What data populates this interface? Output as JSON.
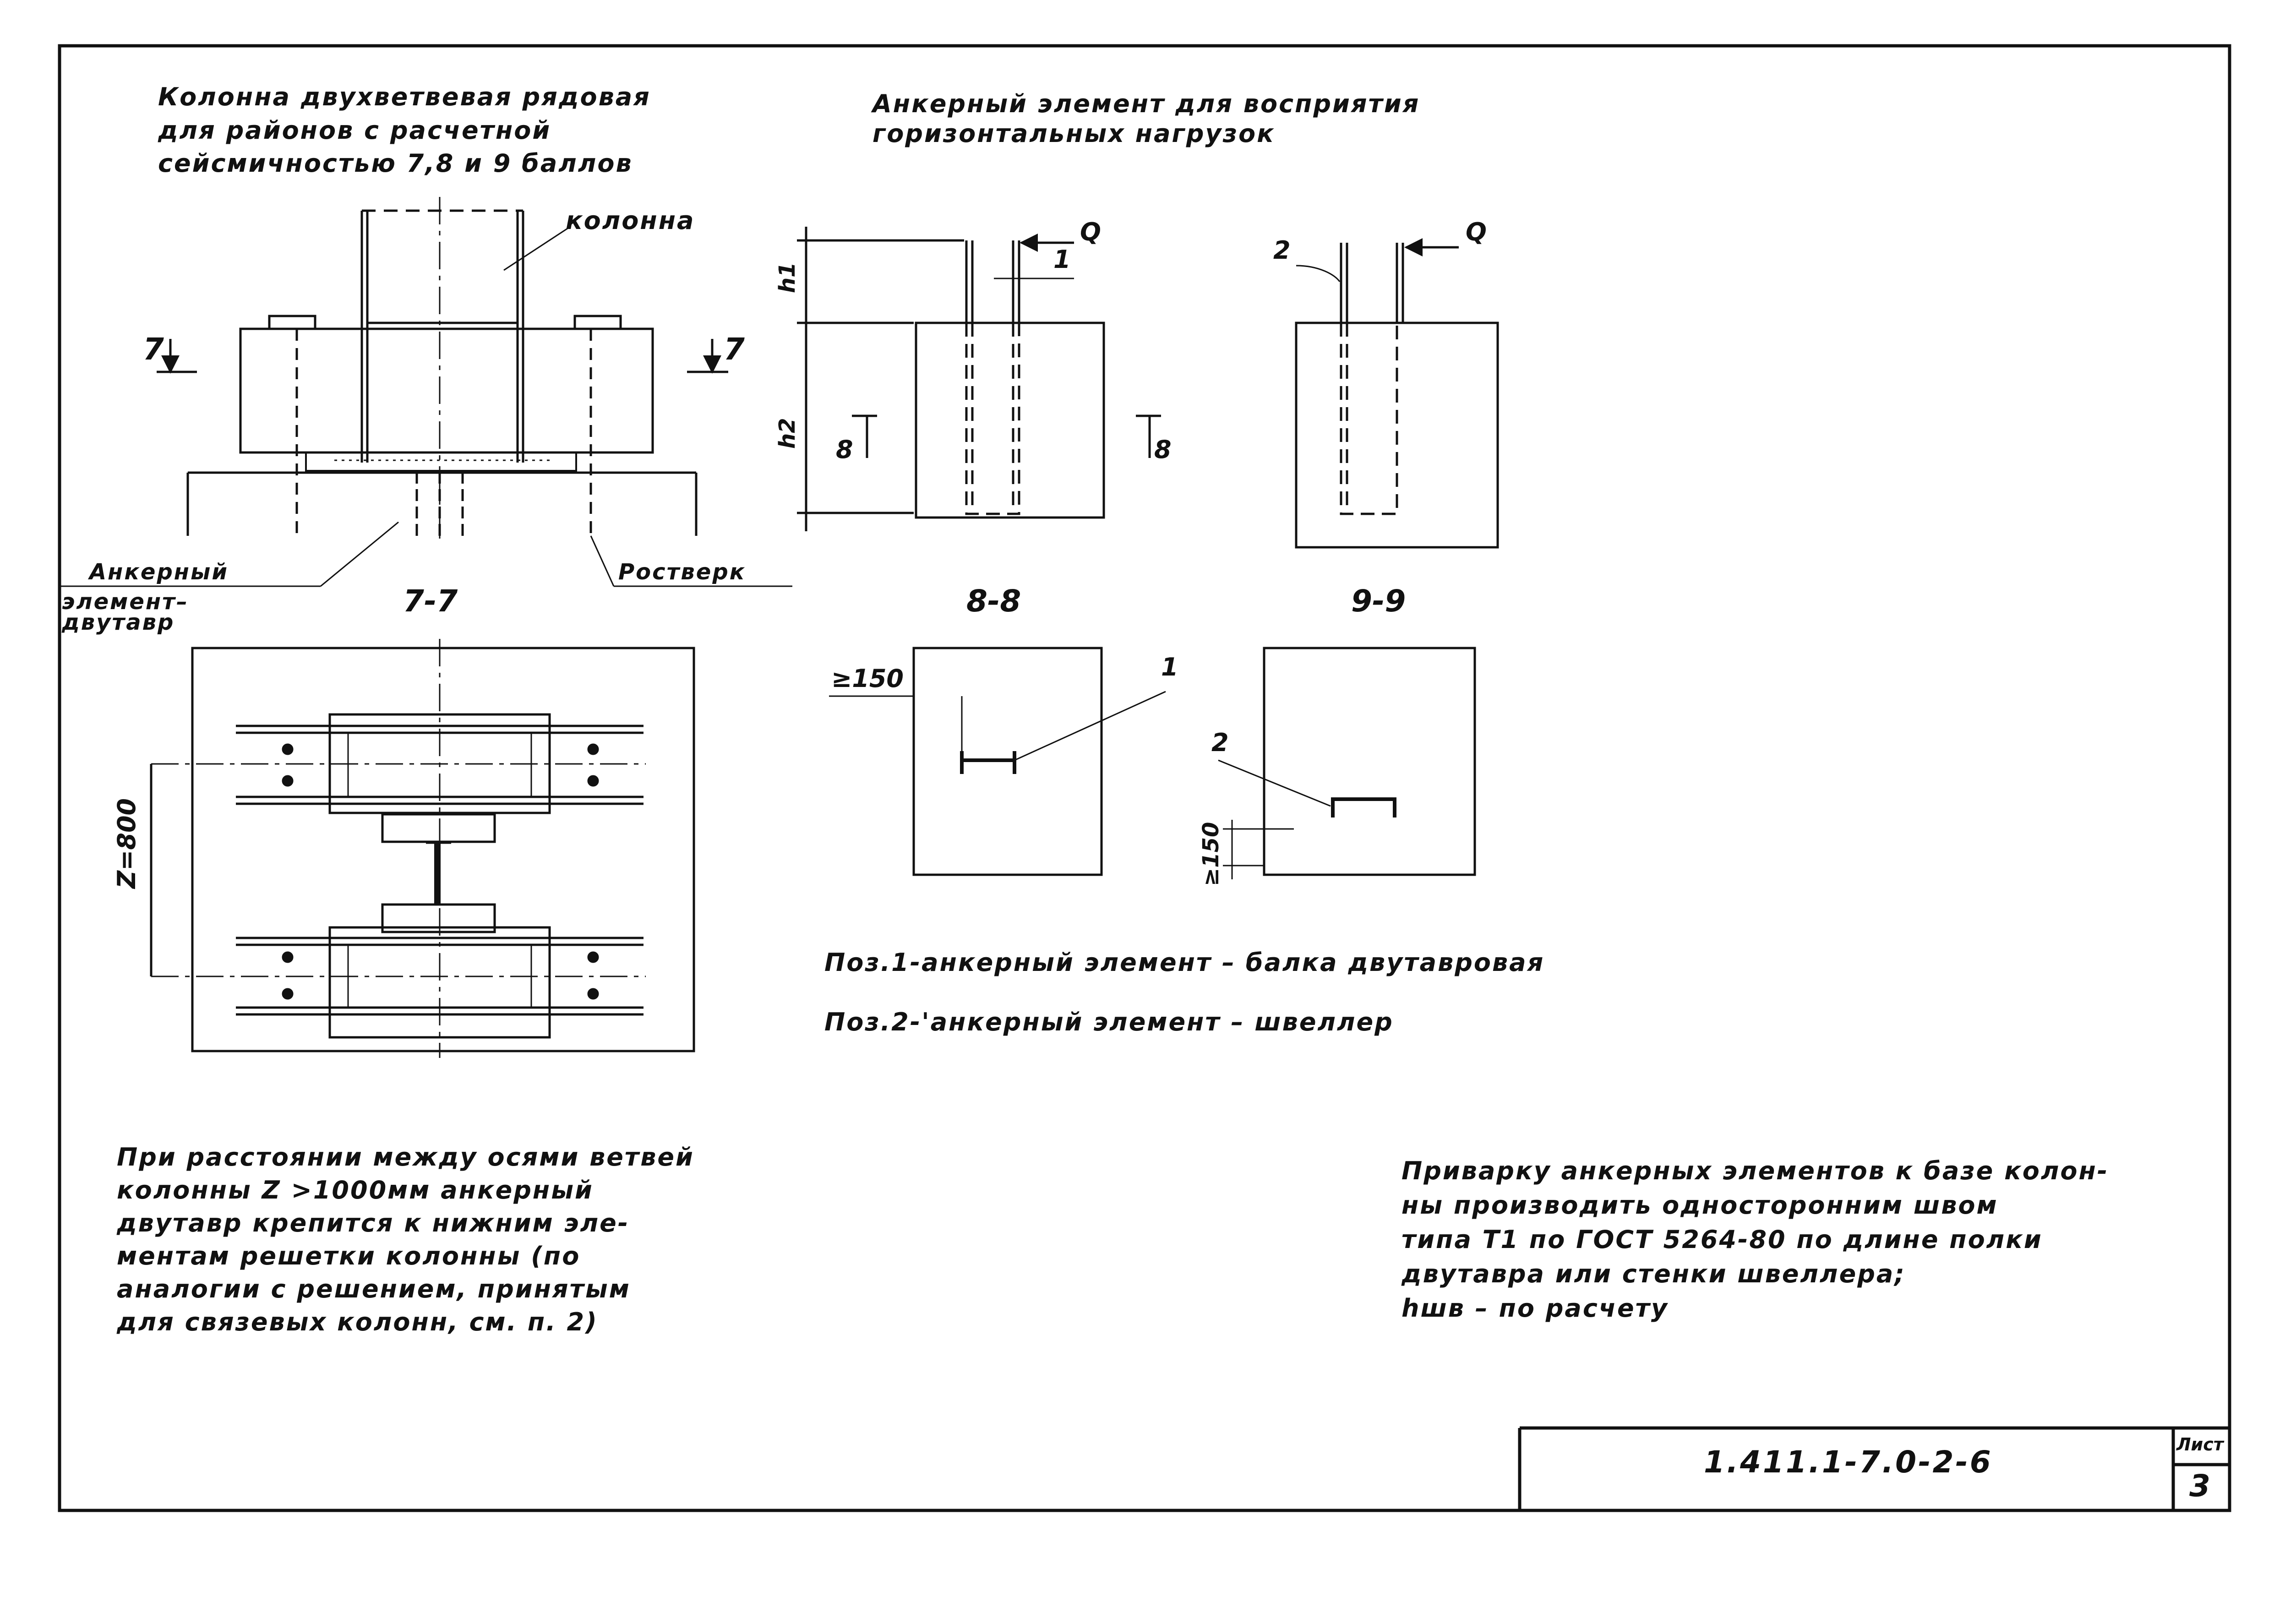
{
  "column_view": {
    "title_lines": [
      "Колонна двухветвевая рядовая",
      "для районов с расчетной",
      "сейсмичностью 7,8 и 9 баллов"
    ],
    "label_column": "колонна",
    "label_anchor": [
      "Анкерный",
      "элемент–",
      "двутавр"
    ],
    "label_grillage": "Ростверк",
    "cut_mark": "7",
    "section_title": "7-7",
    "dim_z": "Z=800"
  },
  "anchor_view": {
    "title_lines": [
      "Анкерный элемент для восприятия",
      "горизонтальных нагрузок"
    ],
    "load": "Q",
    "h1": "h1",
    "h2": "h2",
    "pos1": "1",
    "pos2": "2",
    "cut_mark": "8",
    "section_8": "8-8",
    "section_9": "9-9",
    "dim_150": "≥150",
    "legend_1": "Поз.1-анкерный элемент – балка двутавровая",
    "legend_2": "Поз.2-'анкерный элемент – швеллер"
  },
  "notes": {
    "left": [
      "При расстоянии между осями ветвей",
      "колонны Z >1000мм анкерный",
      "двутавр крепится к нижним эле-",
      "ментам решетки колонны (по",
      "аналогии с решением, принятым",
      "для связевых колонн, см. п. 2)"
    ],
    "right": [
      "Приварку анкерных элементов к базе колон-",
      "ны производить односторонним швом",
      "типа Т1 по ГОСТ 5264-80 по длине полки",
      "двутавра или стенки швеллера;",
      "hшв – по расчету"
    ]
  },
  "title_block": {
    "code": "1.411.1-7.0-2-6",
    "sheet_label": "Лист",
    "sheet_no": "3"
  },
  "colors": {
    "ink": "#111111",
    "paper": "#ffffff"
  }
}
